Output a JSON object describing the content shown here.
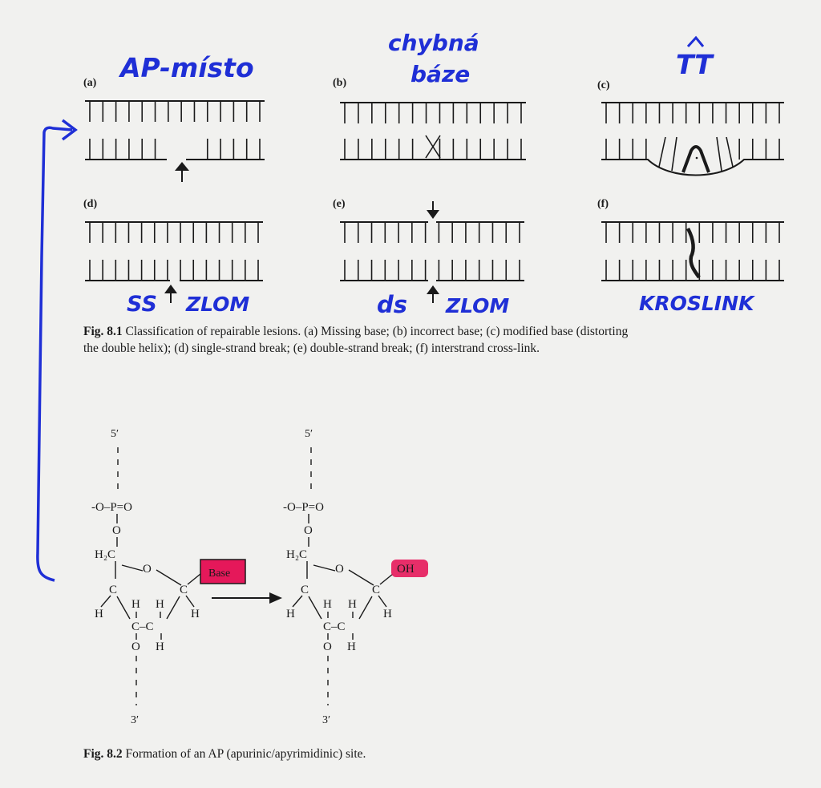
{
  "fig81": {
    "panels": [
      {
        "id": "a",
        "label": "(a)",
        "annotation": "AP-místo"
      },
      {
        "id": "b",
        "label": "(b)",
        "annotation_line1": "chybná",
        "annotation_line2": "báze"
      },
      {
        "id": "c",
        "label": "(c)",
        "annotation": "TT"
      },
      {
        "id": "d",
        "label": "(d)",
        "annotation_left": "SS",
        "annotation_right": "ZLOM"
      },
      {
        "id": "e",
        "label": "(e)",
        "annotation_left": "ds",
        "annotation_right": "ZLOM"
      },
      {
        "id": "f",
        "label": "(f)",
        "annotation": "KROSLINK"
      }
    ],
    "caption_label": "Fig. 8.1",
    "caption_text": "Classification of repairable lesions. (a) Missing base; (b) incorrect base; (c) modified base (distorting the double helix); (d) single-strand break; (e) double-strand break; (f) interstrand cross-link."
  },
  "fig82": {
    "left": {
      "five_prime": "5′",
      "phosphate": "-O–P=O",
      "oxygen_link": "O",
      "ch2": "H₂C",
      "ring_o": "O",
      "c4": "C",
      "c1": "C",
      "h4": "H",
      "h1": "H",
      "h3": "H",
      "h2": "H",
      "c3c2": "C–C",
      "o3": "O",
      "h2b": "H",
      "three_prime": "3′",
      "base": "Base"
    },
    "right": {
      "five_prime": "5′",
      "phosphate": "-O–P=O",
      "oxygen_link": "O",
      "ch2": "H₂C",
      "ring_o": "O",
      "c4": "C",
      "c1": "C",
      "h4": "H",
      "h1": "H",
      "h3": "H",
      "h2": "H",
      "c3c2": "C–C",
      "o3": "O",
      "h2b": "H",
      "three_prime": "3′",
      "oh": "OH"
    },
    "caption_label": "Fig. 8.2",
    "caption_text": "Formation of an AP (apurinic/apyrimidinic) site."
  },
  "colors": {
    "handwriting": "#1f2fd6",
    "highlight": "#e5185a",
    "ink": "#1a1a1a"
  }
}
